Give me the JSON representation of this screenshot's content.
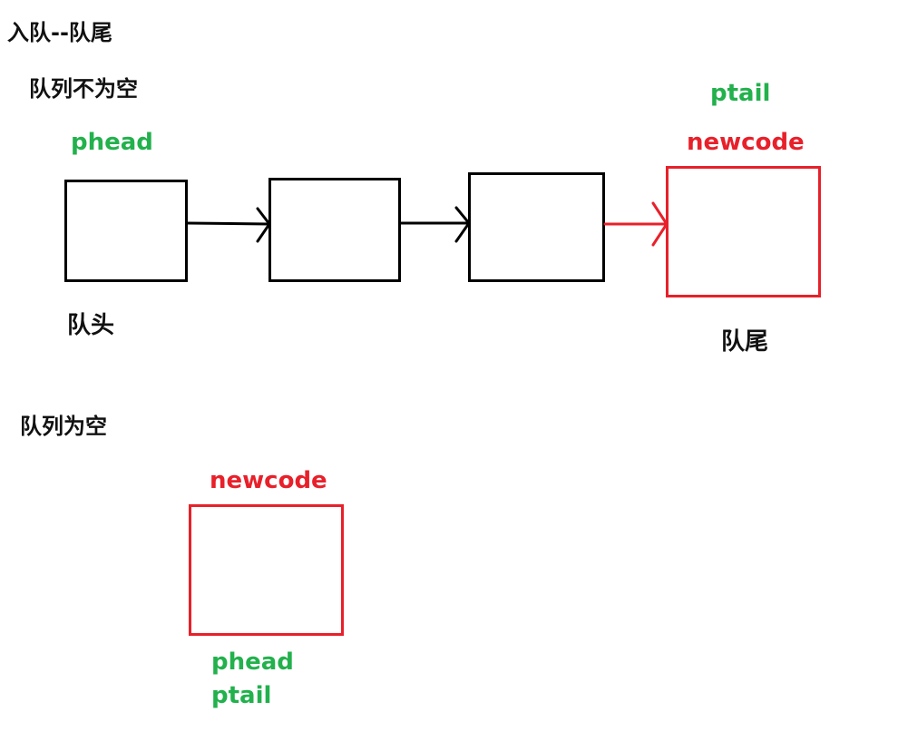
{
  "title": "入队--队尾",
  "nonempty": {
    "heading": "队列不为空",
    "phead": "phead",
    "ptail": "ptail",
    "newcode": "newcode",
    "head_label": "队头",
    "tail_label": "队尾"
  },
  "empty": {
    "heading": "队列为空",
    "newcode": "newcode",
    "phead": "phead",
    "ptail": "ptail"
  },
  "colors": {
    "pointer": "#22b14c",
    "new_node": "#e8202a",
    "node": "#000000"
  }
}
